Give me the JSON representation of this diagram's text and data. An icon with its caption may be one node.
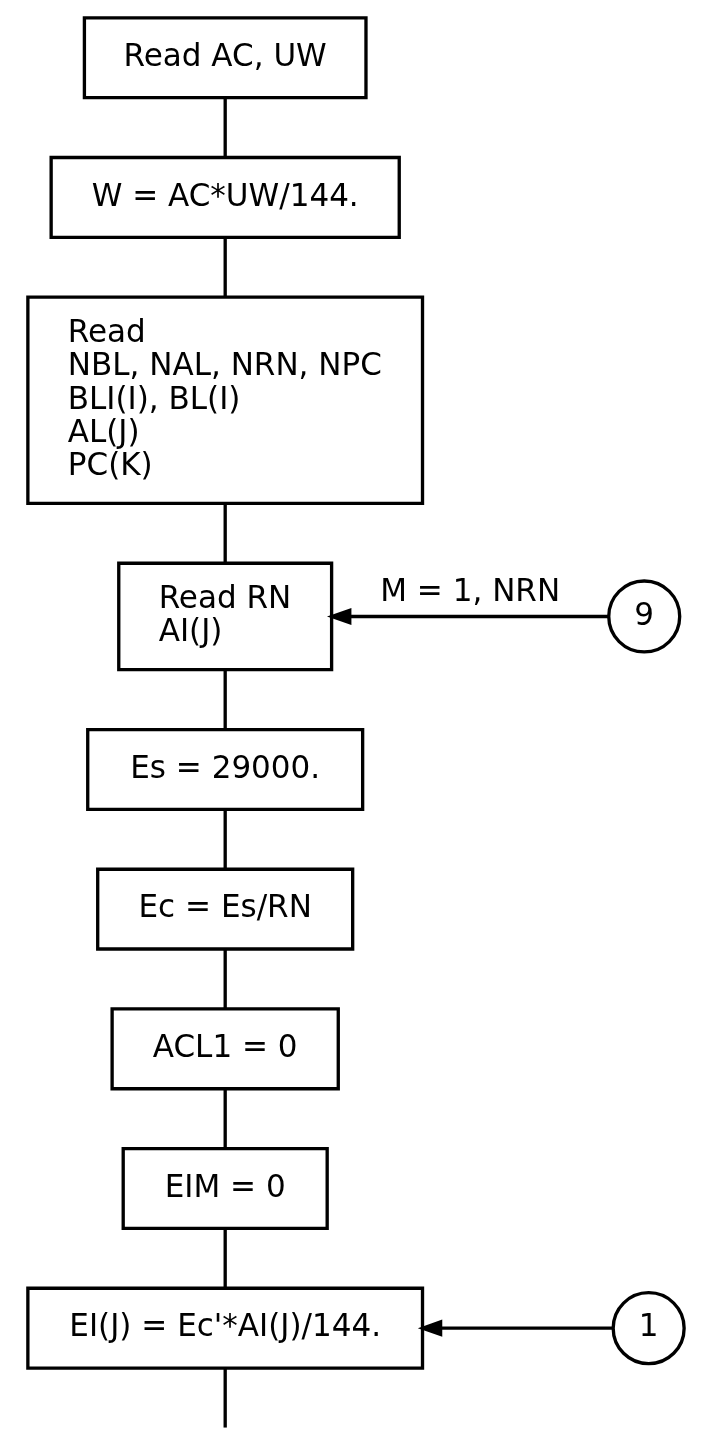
{
  "diagram": {
    "nodes": [
      {
        "text": [
          "Read AC, UW"
        ]
      },
      {
        "text": [
          "W = AC*UW/144."
        ]
      },
      {
        "text": [
          "Read",
          "NBL, NAL, NRN, NPC",
          "BLI(I), BL(I)",
          "AL(J)",
          "PC(K)"
        ]
      },
      {
        "text": [
          "9"
        ]
      },
      {
        "text": [
          "Read RN",
          "AI(J)"
        ]
      },
      {
        "text": [
          "Es = 29000."
        ]
      },
      {
        "text": [
          "Ec = Es/RN"
        ]
      },
      {
        "text": [
          "ACL1 = 0"
        ]
      },
      {
        "text": [
          "EIM = 0"
        ]
      },
      {
        "text": [
          "1"
        ]
      },
      {
        "text": [
          "EI(J) = Ec'*AI(J)/144."
        ]
      }
    ],
    "edges": [
      {
        "from": 0,
        "to": 1,
        "arrow": "none"
      },
      {
        "from": 1,
        "to": 2,
        "arrow": "none"
      },
      {
        "from": 2,
        "to": 4,
        "arrow": "none"
      },
      {
        "from": 3,
        "to": 4,
        "arrow": "to",
        "label": "M = 1, NRN"
      },
      {
        "from": 4,
        "to": 5,
        "arrow": "none"
      },
      {
        "from": 5,
        "to": 6,
        "arrow": "none"
      },
      {
        "from": 6,
        "to": 7,
        "arrow": "none"
      },
      {
        "from": 7,
        "to": 8,
        "arrow": "none"
      },
      {
        "from": 8,
        "to": 10,
        "arrow": "none"
      },
      {
        "from": 9,
        "to": 10,
        "arrow": "to"
      },
      {
        "from": 10,
        "to": null,
        "arrow": "none"
      }
    ]
  }
}
